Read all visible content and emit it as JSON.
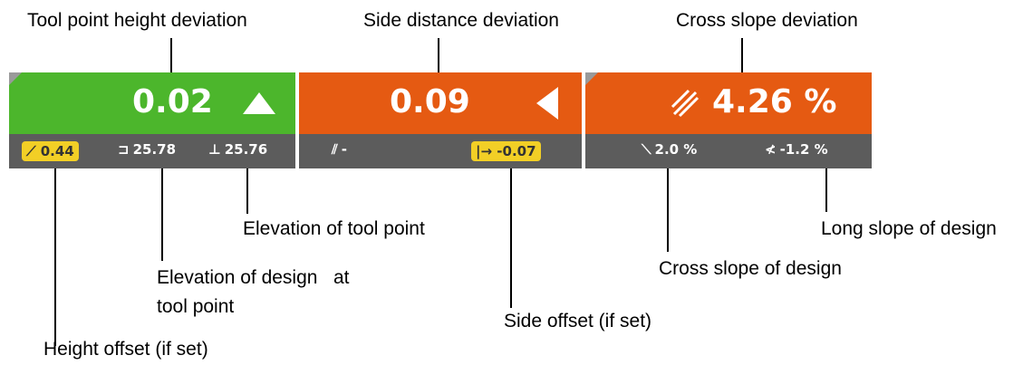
{
  "callouts": {
    "tool_point_height_deviation": "Tool point height deviation",
    "side_distance_deviation": "Side distance deviation",
    "cross_slope_deviation": "Cross slope deviation",
    "elevation_of_tool_point": "Elevation of tool point",
    "long_slope_of_design": "Long slope of design",
    "elevation_of_design_line1": "Elevation of design   at",
    "elevation_of_design_line2": "tool point",
    "cross_slope_of_design": "Cross slope of design",
    "side_offset": "Side offset (if set)",
    "height_offset": "Height offset (if set)"
  },
  "panels": {
    "height": {
      "color": "#4cb62c",
      "value": "0.02",
      "arrow_icon": "triangle-up-icon",
      "height_offset": "0.44",
      "design_elevation": "25.78",
      "tool_elevation": "25.76"
    },
    "side": {
      "color": "#e55a12",
      "value": "0.09",
      "arrow_icon": "triangle-left-icon",
      "side_distance": "-",
      "side_offset": "-0.07"
    },
    "slope": {
      "color": "#e55a12",
      "value": "4.26 %",
      "slope_icon": "cross-slope-icon",
      "cross_slope_design": "2.0 %",
      "long_slope_design": "-1.2 %"
    }
  }
}
